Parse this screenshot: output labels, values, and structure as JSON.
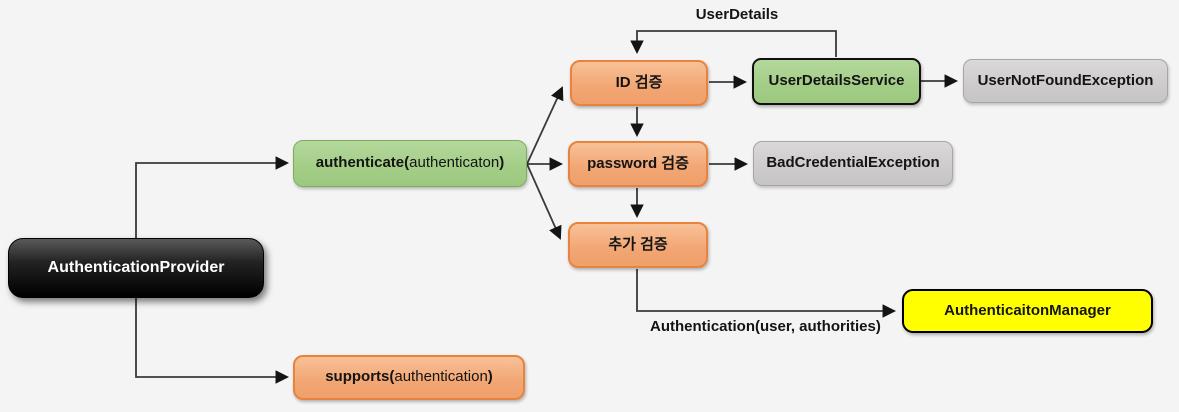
{
  "diagram": {
    "title": "AuthenticationProvider flow diagram",
    "colors": {
      "background": "#f5f4f4",
      "orange_fill": "#f5ad7e",
      "orange_border": "#e8823f",
      "green_fill": "#a9d18e",
      "green_border": "#7aaf5a",
      "gray_fill": "#d0cece",
      "gray_border": "#a6a6a6",
      "yellow_fill": "#ffff00",
      "black_fill": "#000000",
      "line": "#3a3a3a"
    },
    "nodes": {
      "provider": {
        "label": "AuthenticationProvider"
      },
      "authenticate": {
        "bold": "authenticate(",
        "arg": "authenticaton",
        "close": ")"
      },
      "supports": {
        "bold": "supports(",
        "arg": "authentication",
        "close": ")"
      },
      "id_check": {
        "label": "ID 검증"
      },
      "password_check": {
        "label": "password 검증"
      },
      "extra_check": {
        "label": "추가 검증"
      },
      "user_details_service": {
        "label": "UserDetailsService"
      },
      "user_not_found_exception": {
        "label": "UserNotFoundException"
      },
      "bad_credential_exception": {
        "label": "BadCredentialException"
      },
      "authentication_manager": {
        "label": "AuthenticaitonManager"
      }
    },
    "edge_labels": {
      "user_details": "UserDetails",
      "authentication_args": "Authentication(user, authorities)"
    }
  }
}
